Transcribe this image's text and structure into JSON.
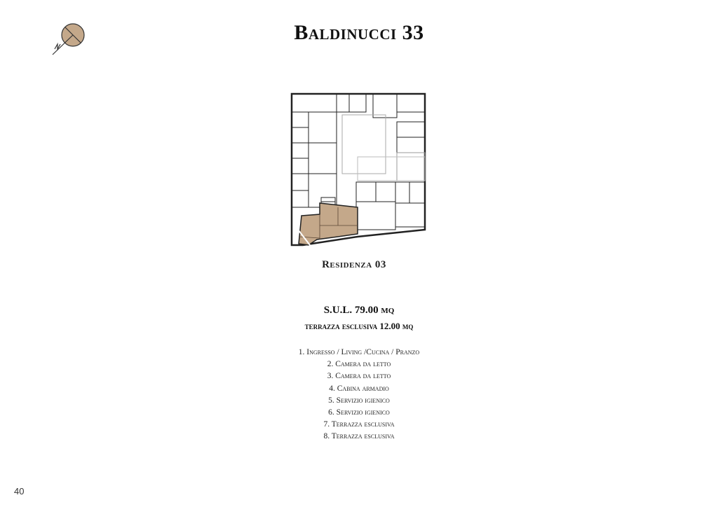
{
  "header": {
    "title": "Baldinucci 33"
  },
  "unit": {
    "label": "Residenza 03"
  },
  "areas": {
    "sul": "S.U.L. 79.00 mq",
    "terrace": "terrazza esclusiva 12.00 mq"
  },
  "rooms": [
    "1. Ingresso / Living /Cucina / Pranzo",
    "2. Camera da letto",
    "3. Camera da letto",
    "4. Cabina armadio",
    "5. Servizio igienico",
    "6. Servizio igienico",
    "7. Terrazza esclusiva",
    "8. Terrazza esclusiva"
  ],
  "footer": {
    "page_number": "40"
  },
  "colors": {
    "highlight": "#c4a88a",
    "wall": "#222222"
  },
  "icons": {
    "compass": "north-compass-icon"
  }
}
